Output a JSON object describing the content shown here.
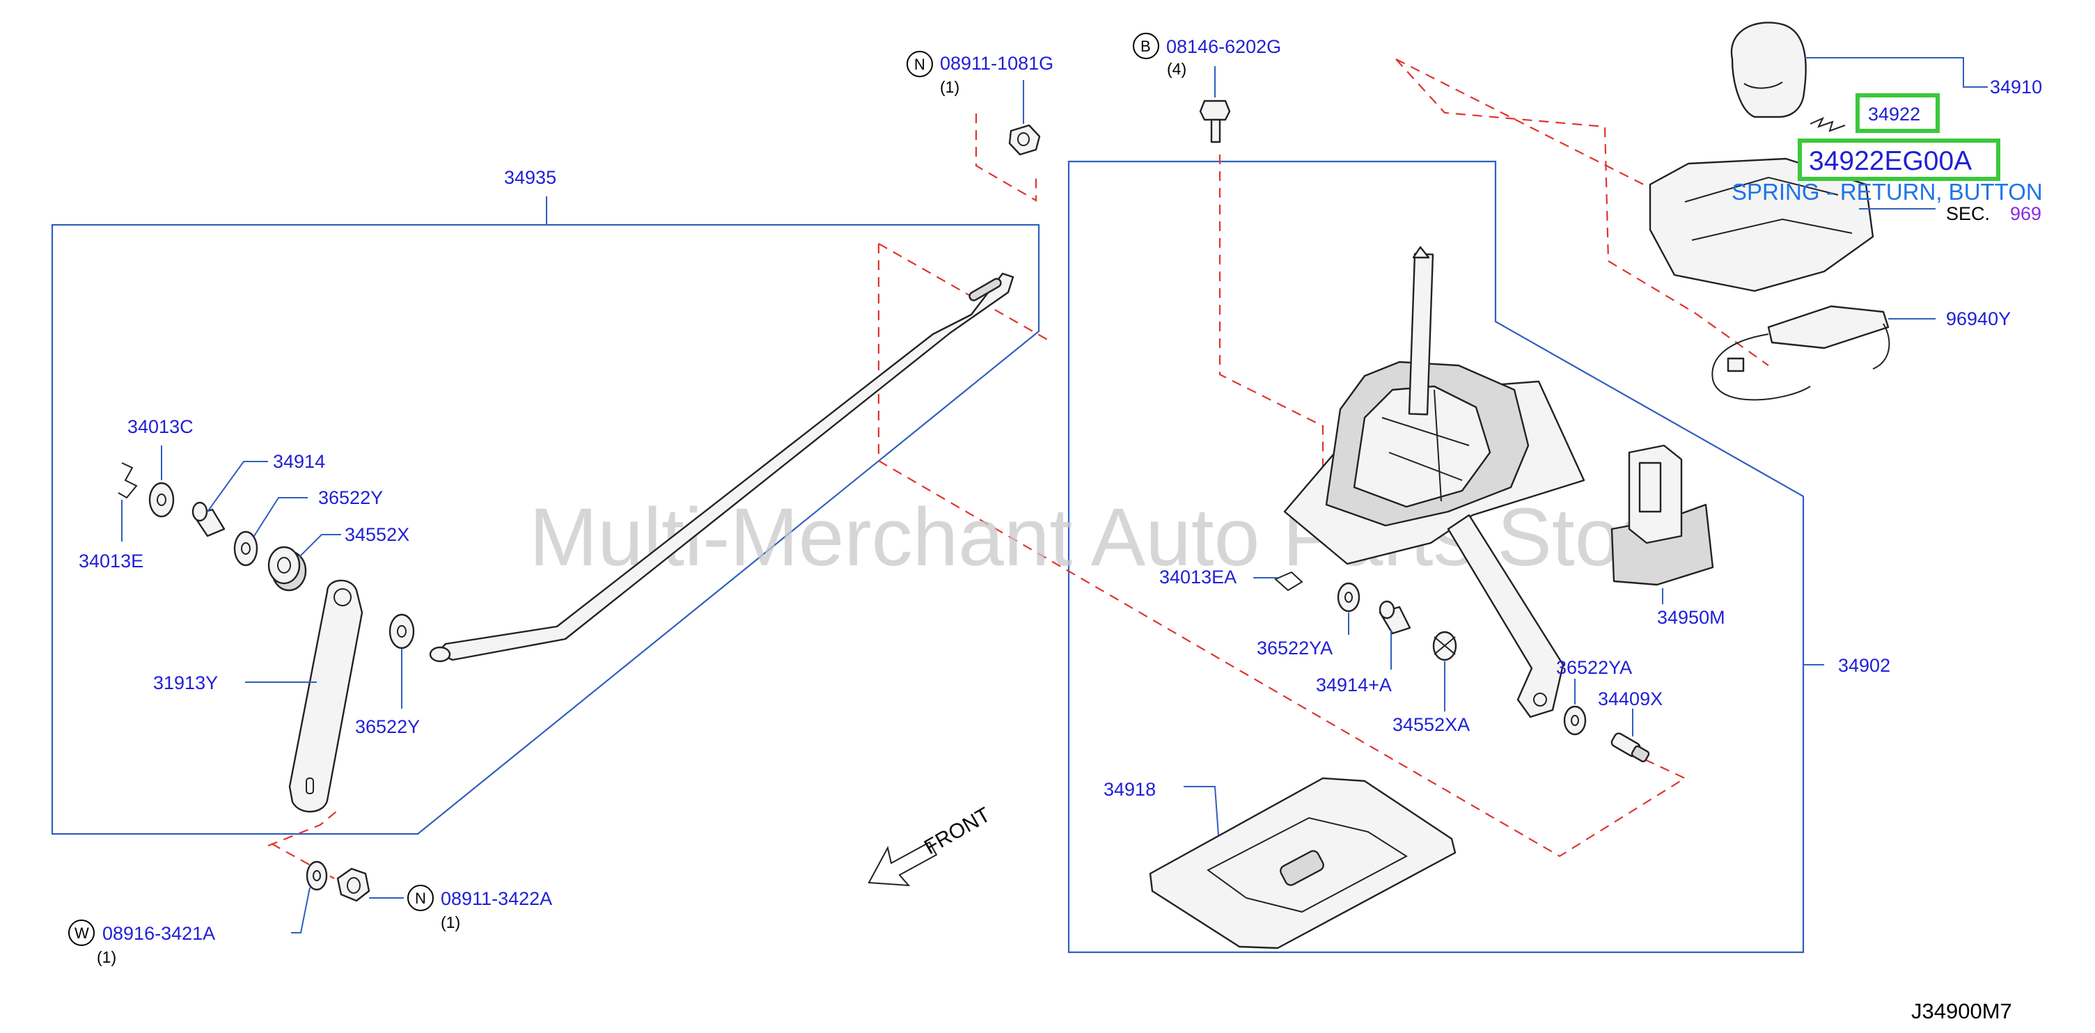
{
  "watermark": "Multi-Merchant Auto Parts Store",
  "diagram_code": "J34900M7",
  "front_label": "FRONT",
  "parts": {
    "p34935": "34935",
    "p34910": "34910",
    "p34922": "34922",
    "p96940Y": "96940Y",
    "p34902": "34902",
    "p34950M": "34950M",
    "p34918": "34918",
    "p34013C": "34013C",
    "p34013E": "34013E",
    "p34914": "34914",
    "p36522Y_a": "36522Y",
    "p36522Y_b": "36522Y",
    "p34552X": "34552X",
    "p31913Y": "31913Y",
    "p34013EA": "34013EA",
    "p36522YA_a": "36522YA",
    "p36522YA_b": "36522YA",
    "p34914A": "34914+A",
    "p34552XA": "34552XA",
    "p34409X": "34409X"
  },
  "fasteners": {
    "n1": {
      "code": "N",
      "part": "08911-1081G",
      "qty": "(1)"
    },
    "b1": {
      "code": "B",
      "part": "08146-6202G",
      "qty": "(4)"
    },
    "n2": {
      "code": "N",
      "part": "08911-3422A",
      "qty": "(1)"
    },
    "w1": {
      "code": "W",
      "part": "08916-3421A",
      "qty": "(1)"
    }
  },
  "highlight": {
    "part_number": "34922EG00A",
    "description": "SPRING - RETURN, BUTTON",
    "sec_label": "SEC.",
    "sec_number": "969"
  },
  "colors": {
    "label_blue": "#1f1fd6",
    "frame_blue": "#2f5fbf",
    "dash_red": "#e0342f",
    "highlight_green": "#3cc83c",
    "description_blue": "#1f73e6",
    "sec_purple": "#8a2be2"
  }
}
